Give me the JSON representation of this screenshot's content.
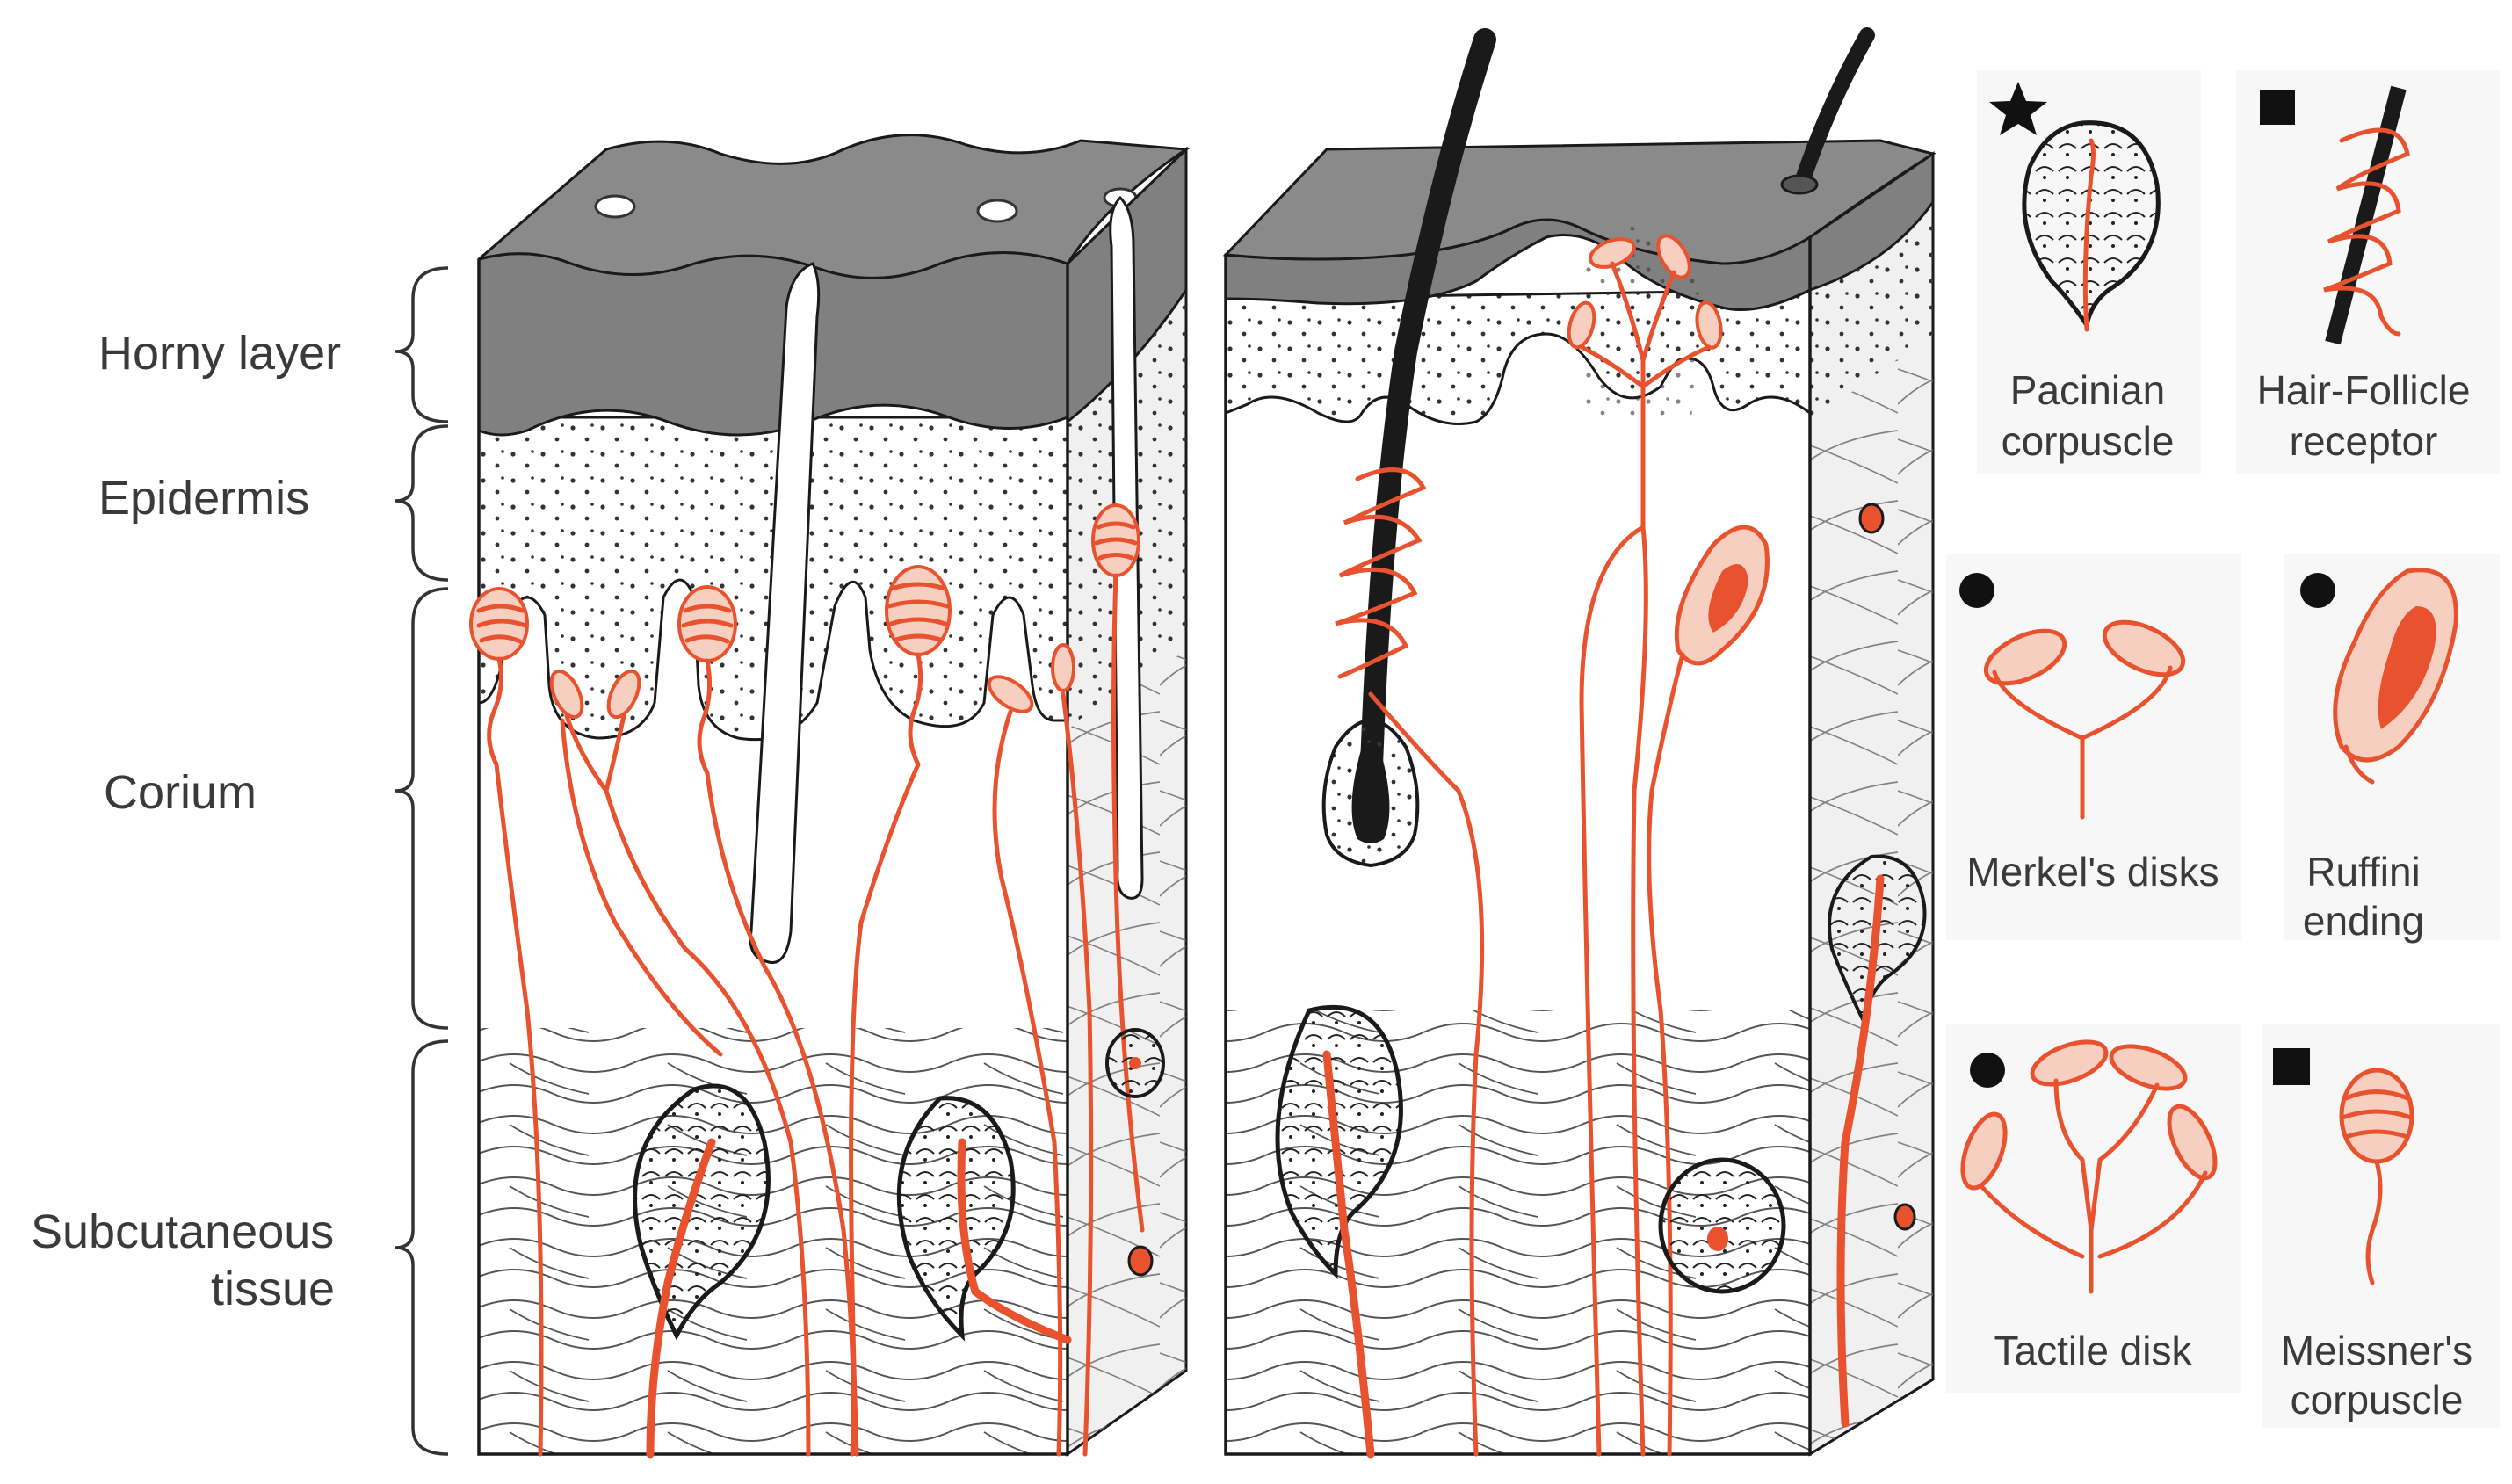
{
  "layer_labels": {
    "horny": "Horny layer",
    "epidermis": "Epidermis",
    "corium": "Corium",
    "subcutaneous_1": "Subcutaneous",
    "subcutaneous_2": "tissue"
  },
  "receptor_legend": [
    {
      "line1": "Pacinian",
      "line2": "corpuscle",
      "marker": "star"
    },
    {
      "line1": "Hair-Follicle",
      "line2": "receptor",
      "marker": "square"
    },
    {
      "line1": "Merkel's disks",
      "line2": "",
      "marker": "circle"
    },
    {
      "line1": "Ruffini",
      "line2": "ending",
      "marker": "circle"
    },
    {
      "line1": "Tactile disk",
      "line2": "",
      "marker": "circle"
    },
    {
      "line1": "Meissner's",
      "line2": "corpuscle",
      "marker": "square"
    }
  ],
  "colors": {
    "nerve": "#e8522e",
    "horny_layer": "#808080",
    "receptor_fill": "#f7cfc0",
    "ink": "#1a1a1a"
  }
}
